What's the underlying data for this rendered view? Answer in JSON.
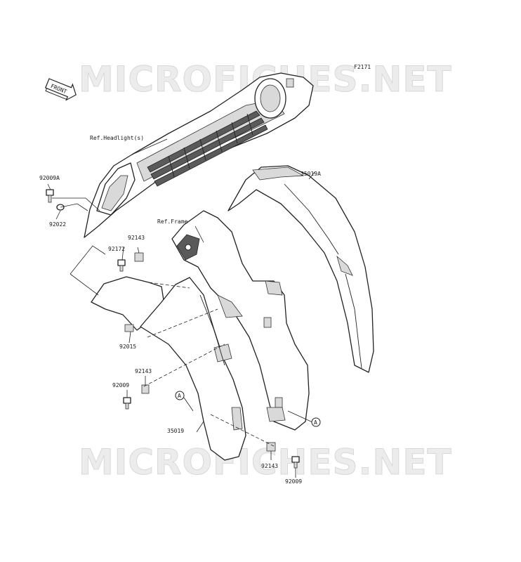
{
  "diagram": {
    "ref_code": "F2171",
    "watermark_text": "MICROFICHES.NET",
    "front_badge": "FRONT",
    "reference_labels": {
      "headlight": "Ref.Headlight(s)",
      "frame": "Ref.Frame"
    },
    "callout_marker": "A",
    "part_labels": {
      "p35019A": "35019A",
      "p92009A": "92009A",
      "p92022": "92022",
      "p92143_top": "92143",
      "p92172": "92172",
      "p92015": "92015",
      "p92143_mid": "92143",
      "p92009_mid": "92009",
      "p35019": "35019",
      "p92143_bot": "92143",
      "p92009_bot": "92009"
    }
  }
}
